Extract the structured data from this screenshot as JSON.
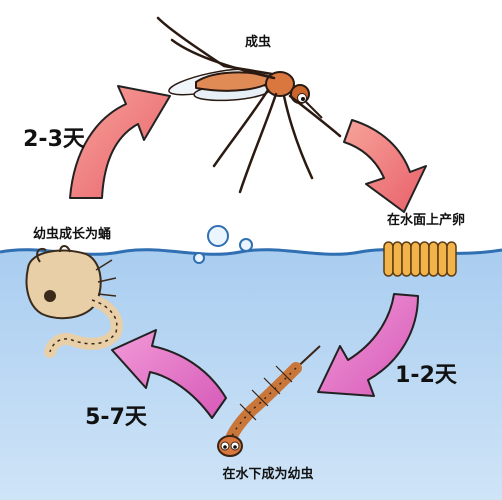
{
  "stages": {
    "adult": "成虫",
    "eggs": "在水面上产卵",
    "larva": "在水下成为幼虫",
    "pupa": "幼虫成长为蛹"
  },
  "durations": {
    "eggs_to_larva": "1-2天",
    "larva_to_pupa": "5-7天",
    "pupa_to_adult": "2-3天"
  },
  "colors": {
    "sky": "#ffffff",
    "water": "#b8d8f4",
    "water_line": "#2f6fb2",
    "arrow_top": "#f08a84",
    "arrow_bottom": "#e070c8",
    "egg": "#f2b44a",
    "mosquito": "#e08a55"
  }
}
